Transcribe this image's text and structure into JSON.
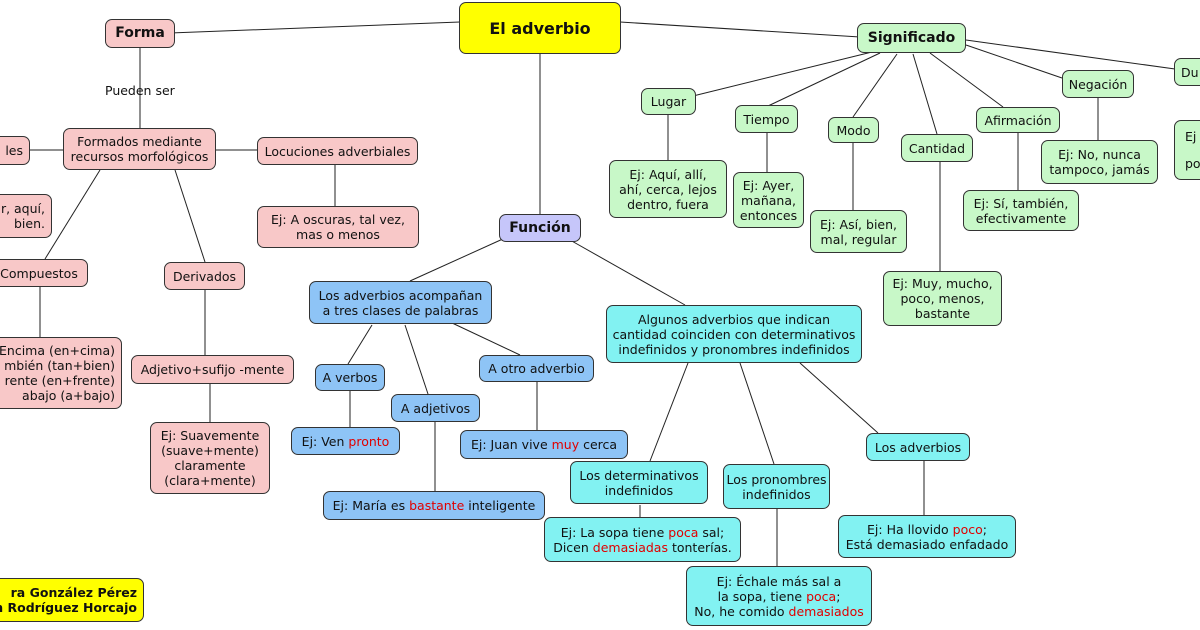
{
  "root": "El adverbio",
  "forma": {
    "label": "Forma",
    "link_label": "Pueden ser",
    "simples_partial": "les",
    "formados": [
      "Formados mediante",
      "recursos morfológicos"
    ],
    "locuciones": "Locuciones adverbiales",
    "locuciones_ej": [
      "Ej: A oscuras, tal vez,",
      "mas o menos"
    ],
    "simples_ej_partial": [
      "r, aquí,",
      "bien."
    ],
    "compuestos": "Compuestos",
    "compuestos_ej_partial": [
      "Encima (en+cima)",
      "mbién (tan+bien)",
      "rente (en+frente)",
      "abajo (a+bajo)"
    ],
    "derivados": "Derivados",
    "derivados_sub": "Adjetivo+sufijo -mente",
    "derivados_ej": [
      "Ej: Suavemente",
      "(suave+mente)",
      "claramente",
      "(clara+mente)"
    ]
  },
  "funcion": {
    "label": "Función",
    "acompanan": [
      "Los adverbios acompañan",
      "a tres clases de palabras"
    ],
    "a_verbos": "A verbos",
    "a_verbos_ej": {
      "pre": "Ej: Ven ",
      "hl": "pronto",
      "post": ""
    },
    "a_adjetivos": "A adjetivos",
    "a_adjetivos_ej": {
      "pre": "Ej: María es ",
      "hl": "bastante",
      "post": " inteligente"
    },
    "a_otro": "A otro adverbio",
    "a_otro_ej": {
      "pre": "Ej: Juan vive ",
      "hl": "muy",
      "post": " cerca"
    },
    "coinciden": [
      "Algunos adverbios que indican",
      "cantidad coinciden con determinativos",
      "indefinidos y pronombres indefinidos"
    ],
    "determinativos": [
      "Los determinativos",
      "indefinidos"
    ],
    "determinativos_ej": {
      "line1_pre": "Ej: La sopa tiene ",
      "line1_hl": "poca",
      "line1_post": " sal;",
      "line2_pre": "Dicen ",
      "line2_hl": "demasiadas",
      "line2_post": " tonterías."
    },
    "pronombres": [
      "Los pronombres",
      "indefinidos"
    ],
    "pronombres_ej": {
      "line1": "Ej: Échale más sal a",
      "line2_pre": "la sopa, tiene ",
      "line2_hl": "poca",
      "line2_post": ";",
      "line3_pre": "No, he comido ",
      "line3_hl": "demasiados",
      "line3_post": ""
    },
    "adverbios": "Los adverbios",
    "adverbios_ej": {
      "line1_pre": "Ej: Ha llovido ",
      "line1_hl": "poco",
      "line1_post": ";",
      "line2": "Está demasiado enfadado"
    }
  },
  "significado": {
    "label": "Significado",
    "lugar": "Lugar",
    "lugar_ej": [
      "Ej: Aquí, allí,",
      "ahí, cerca, lejos",
      "dentro, fuera"
    ],
    "tiempo": "Tiempo",
    "tiempo_ej": [
      "Ej: Ayer,",
      "mañana,",
      "entonces"
    ],
    "modo": "Modo",
    "modo_ej": [
      "Ej: Así, bien,",
      "mal, regular"
    ],
    "cantidad": "Cantidad",
    "cantidad_ej": [
      "Ej: Muy, mucho,",
      "poco, menos,",
      "bastante"
    ],
    "afirmacion": "Afirmación",
    "afirmacion_ej": [
      "Ej: Sí, también,",
      "efectivamente"
    ],
    "negacion": "Negación",
    "negacion_ej": [
      "Ej: No, nunca",
      "tampoco, jamás"
    ],
    "duda_partial": "Du",
    "duda_ej_partial": [
      "Ej",
      "pos"
    ]
  },
  "authors_partial": [
    "ra González Pérez",
    "n Rodríguez Horcajo"
  ]
}
